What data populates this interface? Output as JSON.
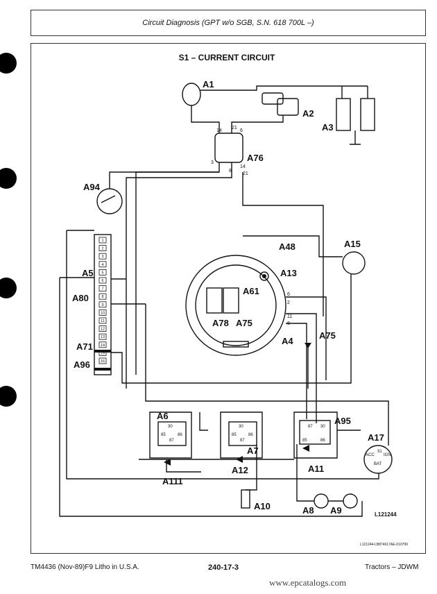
{
  "header": {
    "title": "Circuit Diagnosis (GPT w/o SGB, S.N. 618 700L –)"
  },
  "diagram": {
    "title": "S1 – CURRENT CIRCUIT",
    "figure_id": "L121244",
    "small_ref": "L121244-LB874617AE-010799",
    "labels": {
      "A1": "A1",
      "A2": "A2",
      "A3": "A3",
      "A76": "A76",
      "A94": "A94",
      "A15": "A15",
      "A48": "A48",
      "A5": "A5",
      "A13": "A13",
      "A61": "A61",
      "A80": "A80",
      "A78": "A78",
      "A75a": "A75",
      "A75b": "A75",
      "A4": "A4",
      "A71": "A71",
      "A96": "A96",
      "A6": "A6",
      "A7": "A7",
      "A95": "A95",
      "A17": "A17",
      "A111": "A111",
      "A12": "A12",
      "A11": "A11",
      "A10": "A10",
      "A8": "A8",
      "A9": "A9"
    },
    "pins": {
      "c14a": "14",
      "c21a": "21",
      "c6a": "6",
      "c3a": "3",
      "c8a": "8",
      "c21b": "21",
      "c14b": "14",
      "g6": "6",
      "g2": "2",
      "g11": "11",
      "g8": "8"
    },
    "relay_pins": {
      "p30": "30",
      "p85": "85",
      "p86": "86",
      "p87": "87"
    },
    "switch_pins": {
      "acc": "ACC",
      "ign": "IGN",
      "bat": "BAT",
      "p31": "31"
    },
    "fuse_numbers": [
      "1",
      "2",
      "3",
      "4",
      "5",
      "6",
      "7",
      "8",
      "9",
      "10",
      "11",
      "12",
      "13",
      "14",
      "15",
      "16"
    ]
  },
  "footer": {
    "left": "TM4436 (Nov-89)F9 Litho in U.S.A.",
    "center": "240-17-3",
    "right": "Tractors – JDWM"
  },
  "watermark": "www.epcatalogs.com"
}
